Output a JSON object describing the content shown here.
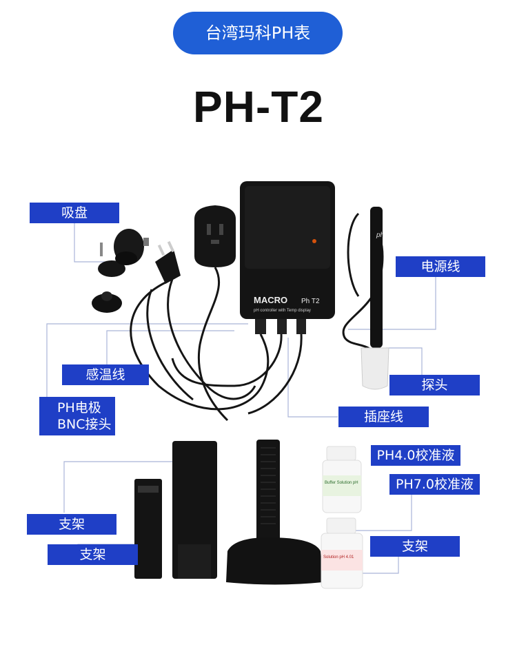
{
  "header": {
    "brand_pill": "台湾玛科PH表",
    "model": "PH-T2"
  },
  "device": {
    "brand": "MACRO",
    "model_mark": "Ph T2",
    "subtitle": "pH controller with Temp display"
  },
  "bottles": {
    "ph4_label": "Buffer Solution pH",
    "ph7_label": "Solution pH 4.01"
  },
  "probe_mark": "ph",
  "labels": {
    "suction_cup": "吸盘",
    "power_cord": "电源线",
    "temp_sensor": "感温线",
    "probe_tip": "探头",
    "ph_electrode_line1": "PH电极",
    "ph_electrode_line2": "BNC接头",
    "socket_cable": "插座线",
    "ph4_solution": "PH4.0校准液",
    "ph7_solution": "PH7.0校准液",
    "stand_left_1": "支架",
    "stand_left_2": "支架",
    "stand_right": "支架"
  },
  "colors": {
    "pill_blue": "#1f5fd6",
    "label_blue": "#1f3fc6",
    "device_black": "#141414"
  }
}
